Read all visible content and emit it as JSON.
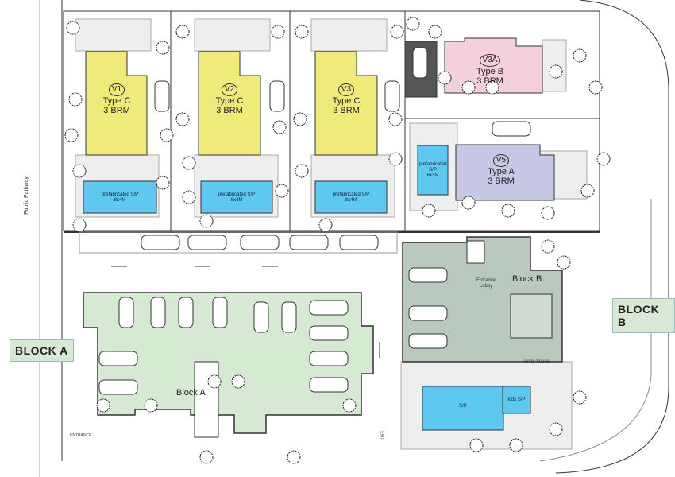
{
  "villas": [
    {
      "id": "V1",
      "type": "Type C",
      "rooms": "3 BRM",
      "color": "#f0ea7a"
    },
    {
      "id": "V2",
      "type": "Type C",
      "rooms": "3 BRM",
      "color": "#f0ea7a"
    },
    {
      "id": "V3",
      "type": "Type C",
      "rooms": "3 BRM",
      "color": "#f0ea7a"
    },
    {
      "id": "V3A",
      "type": "Type B",
      "rooms": "3 BRM",
      "color": "#f4cfdc"
    },
    {
      "id": "V5",
      "type": "Type A",
      "rooms": "3 BRM",
      "color": "#c6c8e6"
    }
  ],
  "pools": {
    "villa_pool_line1": "prefabricated S/P",
    "villa_pool_size": "8x4M",
    "v5_pool_line1": "prefabricated",
    "v5_pool_line2": "S/P",
    "v5_pool_size": "6x3M",
    "main_pool": "S/P",
    "kids_pool": "kids S/P",
    "pool_color": "#5ec8f0"
  },
  "blocks": {
    "block_a_tag": "BLOCK A",
    "block_b_tag": "BLOCK B",
    "block_a_label": "Block A",
    "block_b_label": "Block B",
    "entrance_lobby": "Entrance Lobby",
    "pump_house": "Pump house",
    "green_color": "#d6ead3",
    "block_b_color": "#b9c9bd"
  },
  "site": {
    "public_pathway": "Public Pathway",
    "entrance": "ENTRANCE",
    "exit": "EXIT"
  }
}
